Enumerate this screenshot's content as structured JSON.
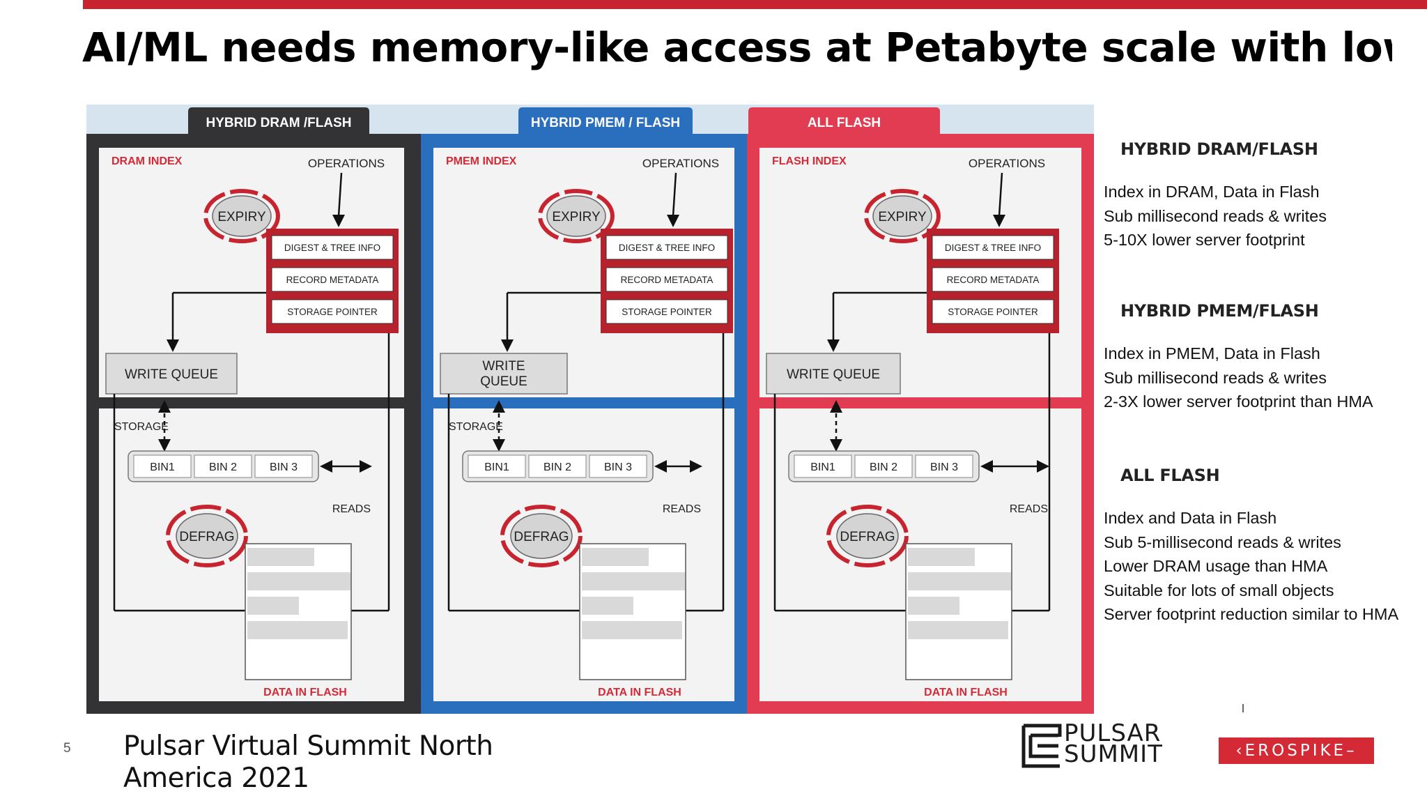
{
  "slide": {
    "title": "AI/ML needs memory-like access at Petabyte scale with lower TCO",
    "page_number": "5",
    "footer_event": "Pulsar Virtual Summit North America 2021",
    "colors": {
      "accent_red": "#c8242f",
      "dark_panel": "#333336",
      "blue_panel": "#2a6fbe",
      "red_panel": "#e23c52"
    }
  },
  "diagram": {
    "panels": [
      {
        "tab": "HYBRID DRAM /FLASH",
        "index_label": "DRAM INDEX",
        "write_queue": "WRITE QUEUE",
        "storage_label": "STORAGE"
      },
      {
        "tab": "HYBRID PMEM / FLASH",
        "index_label": "PMEM INDEX",
        "write_queue": "WRITE\nQUEUE",
        "storage_label": "STORAGE"
      },
      {
        "tab": "ALL FLASH",
        "index_label": "FLASH INDEX",
        "write_queue": "WRITE QUEUE",
        "storage_label": ""
      }
    ],
    "common": {
      "operations": "OPERATIONS",
      "expiry": "EXPIRY",
      "defrag": "DEFRAG",
      "reads": "READS",
      "data_in_flash": "DATA IN FLASH",
      "index_items": [
        "DIGEST & TREE INFO",
        "RECORD METADATA",
        "STORAGE POINTER"
      ],
      "bins": [
        "BIN1",
        "BIN 2",
        "BIN 3"
      ]
    }
  },
  "sidebar": {
    "sections": [
      {
        "heading": "HYBRID DRAM/FLASH",
        "lines": [
          "Index in DRAM, Data in Flash",
          "Sub millisecond  reads & writes",
          "5-10X lower server footprint"
        ]
      },
      {
        "heading": "HYBRID PMEM/FLASH",
        "lines": [
          "Index in PMEM, Data in Flash",
          "Sub millisecond  reads & writes",
          "2-3X lower server footprint than HMA"
        ]
      },
      {
        "heading": "ALL FLASH",
        "lines": [
          "Index and Data in Flash",
          "Sub 5-millisecond  reads & writes",
          "Lower DRAM usage than HMA",
          "Suitable for lots of small objects",
          "Server footprint reduction similar to HMA"
        ]
      }
    ]
  },
  "logos": {
    "pulsar_line1": "PULSAR",
    "pulsar_line2": "SUMMIT",
    "aerospike": "‹EROSPIKE–"
  }
}
